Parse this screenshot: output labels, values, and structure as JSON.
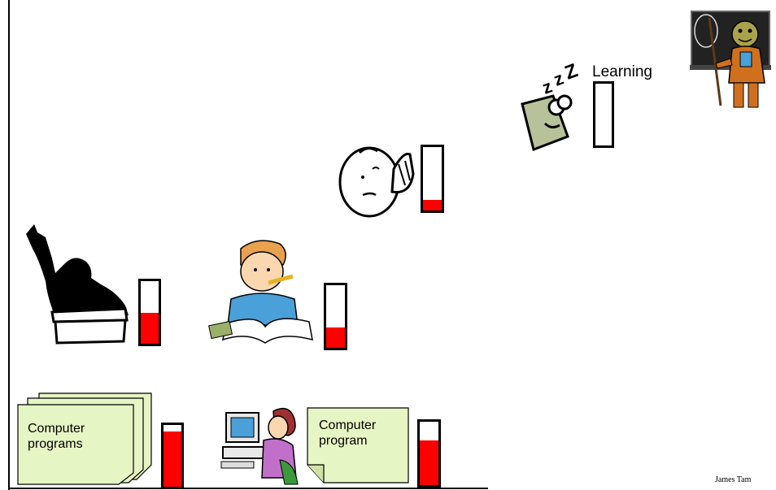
{
  "slide": {
    "learning_label": "Learning",
    "footer": "James Tam"
  },
  "notes": {
    "stack_text": "Computer\nprograms",
    "single_text": "Computer\nprogram"
  },
  "meters": [
    {
      "id": "sleeping",
      "level": 0.0
    },
    {
      "id": "thinking",
      "level": 0.17
    },
    {
      "id": "raising-hand",
      "level": 0.5
    },
    {
      "id": "studying",
      "level": 0.33
    },
    {
      "id": "programs-stack",
      "level": 0.9
    },
    {
      "id": "programmer",
      "level": 0.7
    }
  ],
  "colors": {
    "meter_fill": "#ff0000",
    "note_fill": "#e6f5c4",
    "chalkboard": "#222222",
    "accent_orange": "#d0701e"
  },
  "icons": [
    "teacher-icon",
    "sleeping-face-icon",
    "thinking-face-icon",
    "raised-hand-student-icon",
    "studying-boy-icon",
    "computer-user-icon",
    "document-stack-icon",
    "document-icon"
  ]
}
